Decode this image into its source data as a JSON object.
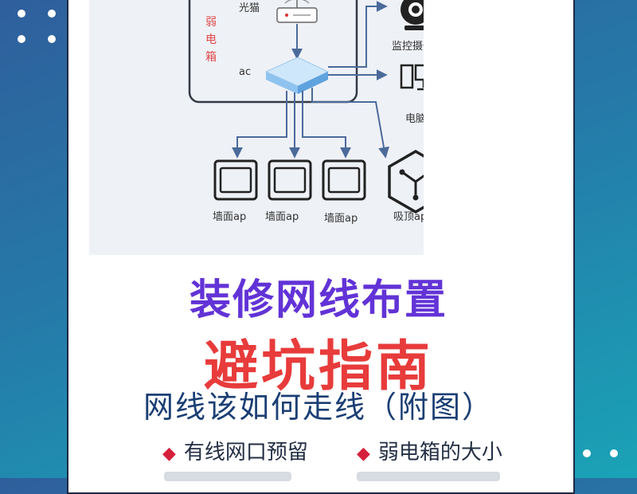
{
  "diagram": {
    "cabinet_label": "弱电箱",
    "modem_label": "光猫",
    "ac_label": "ac",
    "camera_label": "监控摄像",
    "pc_label": "电脑",
    "wall_ap_labels": [
      "墙面ap",
      "墙面ap",
      "墙面ap"
    ],
    "ceiling_ap_label": "吸顶ap"
  },
  "title": {
    "line1": "装修网线布置",
    "line2": "避坑指南",
    "line3": "网线该如何走线（附图）"
  },
  "bullets": [
    {
      "marker": "◆",
      "text": "有线网口预留"
    },
    {
      "marker": "◆",
      "text": "弱电箱的大小"
    }
  ],
  "colors": {
    "line1": "#6233d6",
    "line2": "#e83b3b",
    "line3": "#1b3f74",
    "bullet_marker": "#d4203b",
    "diagram_line": "#4b6a9a"
  }
}
